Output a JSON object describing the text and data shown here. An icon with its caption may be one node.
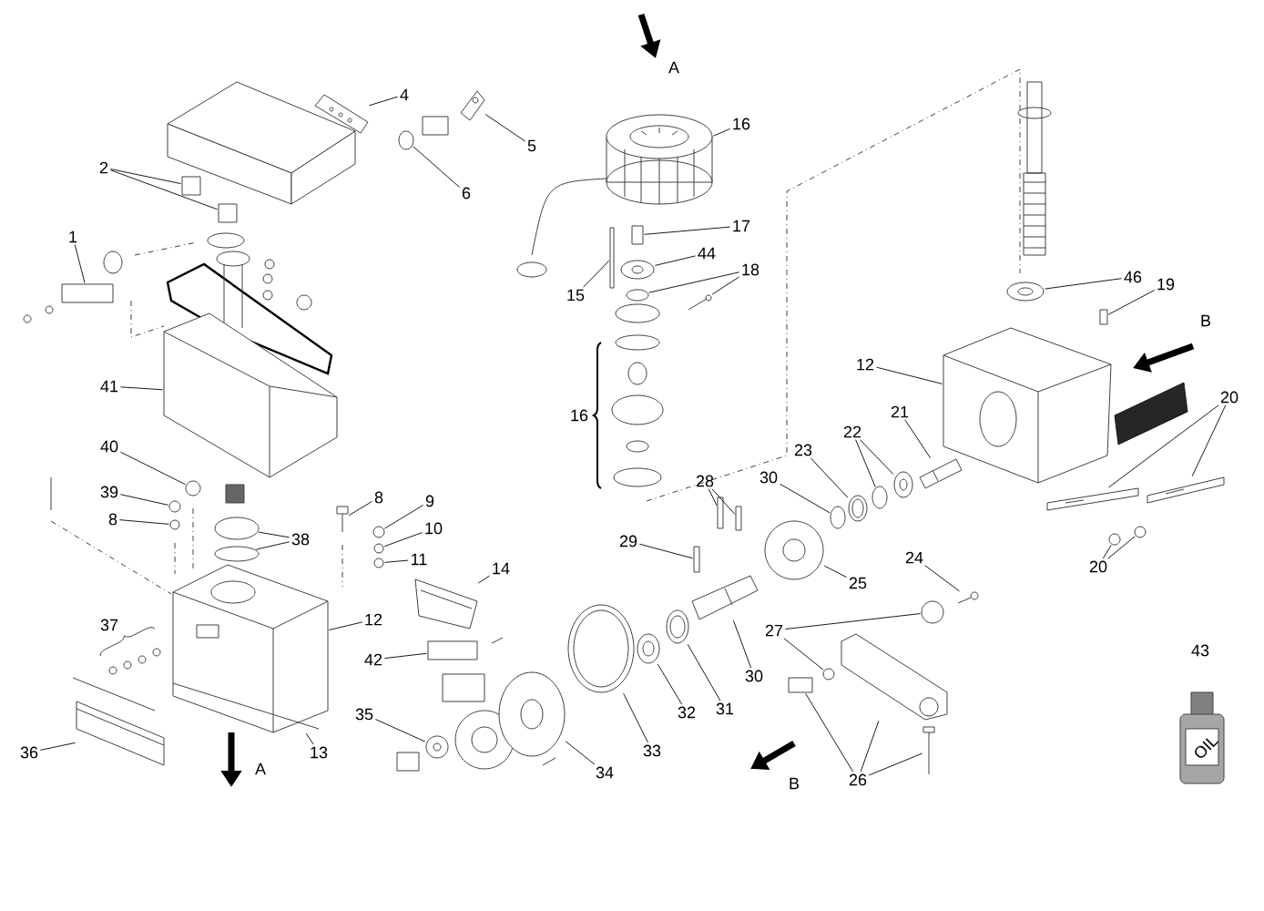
{
  "diagram": {
    "nodes": [
      {
        "text": [
          "1"
        ]
      },
      {
        "text": [
          "2"
        ]
      },
      {
        "text": [
          "4"
        ]
      },
      {
        "text": [
          "5"
        ]
      },
      {
        "text": [
          "6"
        ]
      },
      {
        "text": [
          "41"
        ]
      },
      {
        "text": [
          "40"
        ]
      },
      {
        "text": [
          "39"
        ]
      },
      {
        "text": [
          "8"
        ]
      },
      {
        "text": [
          "8"
        ]
      },
      {
        "text": [
          "9"
        ]
      },
      {
        "text": [
          "10"
        ]
      },
      {
        "text": [
          "11"
        ]
      },
      {
        "text": [
          "38"
        ]
      },
      {
        "text": [
          "14"
        ]
      },
      {
        "text": [
          "12"
        ]
      },
      {
        "text": [
          "42"
        ]
      },
      {
        "text": [
          "36"
        ]
      },
      {
        "text": [
          "13"
        ]
      },
      {
        "text": [
          "35"
        ]
      },
      {
        "text": [
          "34"
        ]
      },
      {
        "text": [
          "33"
        ]
      },
      {
        "text": [
          "32"
        ]
      },
      {
        "text": [
          "31"
        ]
      },
      {
        "text": [
          "30"
        ]
      },
      {
        "text": [
          "29"
        ]
      },
      {
        "text": [
          "28"
        ]
      },
      {
        "text": [
          "30"
        ]
      },
      {
        "text": [
          "23"
        ]
      },
      {
        "text": [
          "22"
        ]
      },
      {
        "text": [
          "21"
        ]
      },
      {
        "text": [
          "25"
        ]
      },
      {
        "text": [
          "24"
        ]
      },
      {
        "text": [
          "27"
        ]
      },
      {
        "text": [
          "26"
        ]
      },
      {
        "text": [
          "16"
        ]
      },
      {
        "text": [
          "17"
        ]
      },
      {
        "text": [
          "44"
        ]
      },
      {
        "text": [
          "18"
        ]
      },
      {
        "text": [
          "15"
        ]
      },
      {
        "text": [
          "46"
        ]
      },
      {
        "text": [
          "19"
        ]
      },
      {
        "text": [
          "12"
        ]
      },
      {
        "text": [
          "20"
        ]
      },
      {
        "text": [
          "20"
        ]
      },
      {
        "text": [],
        "shape": "box"
      },
      {
        "text": [],
        "shape": "box"
      },
      {
        "text": [],
        "shape": "box"
      },
      {
        "text": [],
        "shape": "picture"
      },
      {
        "text": [],
        "shape": "picture"
      },
      {
        "text": [],
        "shape": "circle"
      },
      {
        "text": [],
        "shape": "picture"
      },
      {
        "text": [],
        "shape": "circle"
      },
      {
        "text": [],
        "shape": "circle"
      },
      {
        "text": [],
        "shape": "circle"
      },
      {
        "text": [],
        "shape": "picture"
      },
      {
        "text": [],
        "shape": "circle"
      },
      {
        "text": [],
        "shape": "circle"
      },
      {
        "text": [],
        "shape": "circle"
      },
      {
        "text": [],
        "shape": "circle"
      },
      {
        "text": [],
        "shape": "circle"
      },
      {
        "text": [],
        "shape": "picture"
      },
      {
        "text": [],
        "shape": "picture"
      },
      {
        "text": [],
        "shape": "box"
      },
      {
        "text": [],
        "shape": "picture"
      },
      {
        "text": [],
        "shape": "picture"
      },
      {
        "text": [],
        "shape": "picture"
      },
      {
        "text": [],
        "shape": "picture"
      },
      {
        "text": [],
        "shape": "picture"
      },
      {
        "text": [],
        "shape": "picture"
      },
      {
        "text": [],
        "shape": "picture"
      },
      {
        "text": [],
        "shape": "bar"
      },
      {
        "text": [],
        "shape": "bar"
      },
      {
        "text": [],
        "shape": "bar"
      },
      {
        "text": [],
        "shape": "circle"
      },
      {
        "text": [],
        "shape": "picture"
      },
      {
        "text": [],
        "shape": "circle"
      },
      {
        "text": [],
        "shape": "picture"
      },
      {
        "text": [],
        "shape": "picture"
      },
      {
        "text": [],
        "shape": "picture"
      },
      {
        "text": [],
        "shape": "picture"
      },
      {
        "text": [],
        "shape": "circle"
      },
      {
        "text": [],
        "shape": "circle"
      },
      {
        "text": [],
        "shape": "box"
      },
      {
        "text": [],
        "shape": "picture"
      },
      {
        "text": [],
        "shape": "picture"
      },
      {
        "text": [],
        "shape": "picture"
      },
      {
        "text": [],
        "shape": "box"
      },
      {
        "text": [],
        "shape": "picture"
      },
      {
        "text": [],
        "shape": "circle"
      },
      {
        "text": [],
        "shape": "picture"
      },
      {
        "text": [],
        "shape": "bar"
      },
      {
        "text": [],
        "shape": "picture"
      },
      {
        "text": [],
        "shape": "box"
      },
      {
        "text": [],
        "shape": "picture"
      },
      {
        "text": [],
        "shape": "picture"
      },
      {
        "text": [],
        "shape": "picture"
      },
      {
        "text": [],
        "shape": "circle"
      },
      {
        "text": [],
        "shape": "circle"
      }
    ],
    "edges": [
      {
        "from": 0,
        "to": 45,
        "arrow": "none"
      },
      {
        "from": 1,
        "to": 46,
        "arrow": "none"
      },
      {
        "from": 1,
        "to": 47,
        "arrow": "none"
      },
      {
        "from": 2,
        "to": 48,
        "arrow": "none"
      },
      {
        "from": 3,
        "to": 49,
        "arrow": "none"
      },
      {
        "from": 4,
        "to": 50,
        "arrow": "none"
      },
      {
        "from": 5,
        "to": 51,
        "arrow": "none"
      },
      {
        "from": 6,
        "to": 52,
        "arrow": "none"
      },
      {
        "from": 7,
        "to": 53,
        "arrow": "none"
      },
      {
        "from": 8,
        "to": 54,
        "arrow": "none"
      },
      {
        "from": 9,
        "to": 55,
        "arrow": "none"
      },
      {
        "from": 10,
        "to": 56,
        "arrow": "none"
      },
      {
        "from": 11,
        "to": 57,
        "arrow": "none"
      },
      {
        "from": 12,
        "to": 58,
        "arrow": "none"
      },
      {
        "from": 13,
        "to": 59,
        "arrow": "none"
      },
      {
        "from": 13,
        "to": 60,
        "arrow": "none"
      },
      {
        "from": 14,
        "to": 61,
        "arrow": "none"
      },
      {
        "from": 15,
        "to": 62,
        "arrow": "none"
      },
      {
        "from": 16,
        "to": 63,
        "arrow": "none"
      },
      {
        "from": 17,
        "to": 64,
        "arrow": "none"
      },
      {
        "from": 18,
        "to": 62,
        "arrow": "none"
      },
      {
        "from": 19,
        "to": 65,
        "arrow": "none"
      },
      {
        "from": 20,
        "to": 66,
        "arrow": "none"
      },
      {
        "from": 21,
        "to": 67,
        "arrow": "none"
      },
      {
        "from": 22,
        "to": 68,
        "arrow": "none"
      },
      {
        "from": 23,
        "to": 69,
        "arrow": "none"
      },
      {
        "from": 24,
        "to": 70,
        "arrow": "none"
      },
      {
        "from": 25,
        "to": 71,
        "arrow": "none"
      },
      {
        "from": 26,
        "to": 72,
        "arrow": "none"
      },
      {
        "from": 26,
        "to": 73,
        "arrow": "none"
      },
      {
        "from": 27,
        "to": 74,
        "arrow": "none"
      },
      {
        "from": 28,
        "to": 75,
        "arrow": "none"
      },
      {
        "from": 29,
        "to": 76,
        "arrow": "none"
      },
      {
        "from": 29,
        "to": 77,
        "arrow": "none"
      },
      {
        "from": 30,
        "to": 78,
        "arrow": "none"
      },
      {
        "from": 31,
        "to": 79,
        "arrow": "none"
      },
      {
        "from": 32,
        "to": 80,
        "arrow": "none"
      },
      {
        "from": 33,
        "to": 81,
        "arrow": "none"
      },
      {
        "from": 33,
        "to": 82,
        "arrow": "none"
      },
      {
        "from": 34,
        "to": 83,
        "arrow": "none"
      },
      {
        "from": 34,
        "to": 84,
        "arrow": "none"
      },
      {
        "from": 34,
        "to": 85,
        "arrow": "none"
      },
      {
        "from": 35,
        "to": 86,
        "arrow": "none"
      },
      {
        "from": 36,
        "to": 87,
        "arrow": "none"
      },
      {
        "from": 37,
        "to": 88,
        "arrow": "none"
      },
      {
        "from": 38,
        "to": 89,
        "arrow": "none"
      },
      {
        "from": 38,
        "to": 90,
        "arrow": "none"
      },
      {
        "from": 39,
        "to": 91,
        "arrow": "none"
      },
      {
        "from": 40,
        "to": 92,
        "arrow": "none"
      },
      {
        "from": 41,
        "to": 93,
        "arrow": "none"
      },
      {
        "from": 42,
        "to": 94,
        "arrow": "none"
      },
      {
        "from": 43,
        "to": 95,
        "arrow": "none"
      },
      {
        "from": 43,
        "to": 96,
        "arrow": "none"
      },
      {
        "from": 44,
        "to": 97,
        "arrow": "none"
      },
      {
        "from": 44,
        "to": 98,
        "arrow": "none"
      }
    ],
    "labels": [
      "16",
      "37",
      "43",
      "A",
      "A",
      "B",
      "B",
      "OIL"
    ]
  }
}
